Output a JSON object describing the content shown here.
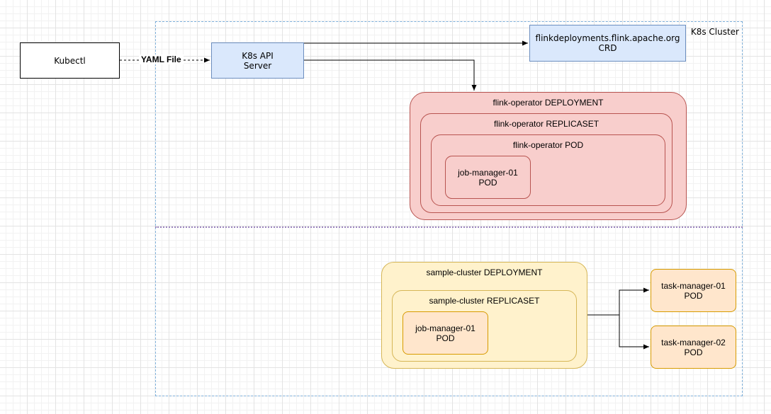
{
  "cluster": {
    "label": "K8s Cluster"
  },
  "nodes": {
    "kubectl": {
      "label": "Kubectl"
    },
    "api_server": {
      "line1": "K8s API",
      "line2": "Server"
    },
    "crd": {
      "line1": "flinkdeployments.flink.apache.org",
      "line2": "CRD"
    },
    "task_manager_1": {
      "line1": "task-manager-01",
      "line2": "POD"
    },
    "task_manager_2": {
      "line1": "task-manager-02",
      "line2": "POD"
    }
  },
  "edges": {
    "yaml_label": "YAML File"
  },
  "flink_operator": {
    "deployment": "flink-operator DEPLOYMENT",
    "replicaset": "flink-operator REPLICASET",
    "pod": "flink-operator POD",
    "job_manager": {
      "line1": "job-manager-01",
      "line2": "POD"
    }
  },
  "sample_cluster": {
    "deployment": "sample-cluster DEPLOYMENT",
    "replicaset": "sample-cluster REPLICASET",
    "job_manager": {
      "line1": "job-manager-01",
      "line2": "POD"
    }
  },
  "colors": {
    "blue_fill": "#dae8fc",
    "blue_stroke": "#6c8ebf",
    "red_fill": "#f8cecc",
    "red_stroke": "#b85450",
    "yellow_fill": "#fff2cc",
    "yellow_stroke": "#d6b656",
    "orange_fill": "#ffe6cc",
    "orange_stroke": "#d79b00",
    "cluster_border": "#7fb1dc",
    "divider": "#9b84be"
  }
}
